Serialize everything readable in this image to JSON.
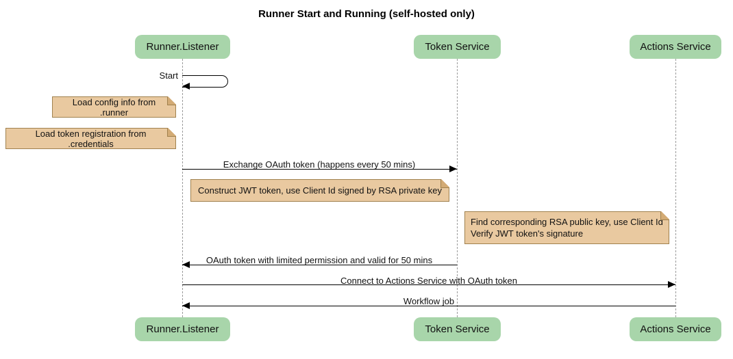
{
  "title": "Runner Start and Running (self-hosted only)",
  "colors": {
    "participant_fill": "#a8d5aa",
    "note_fill": "#e9c9a0",
    "note_border": "#a0814e",
    "lifeline": "#9a9a9a",
    "arrow": "#000000"
  },
  "participants": [
    {
      "label": "Runner.Listener"
    },
    {
      "label": "Token Service"
    },
    {
      "label": "Actions Service"
    }
  ],
  "messages": [
    {
      "label": "Start",
      "from": "Runner.Listener",
      "to": "Runner.Listener",
      "kind": "self"
    },
    {
      "label": "Exchange OAuth token (happens every 50 mins)",
      "from": "Runner.Listener",
      "to": "Token Service",
      "kind": "solid-arrow"
    },
    {
      "label": "OAuth token with limited permission and valid for 50 mins",
      "from": "Token Service",
      "to": "Runner.Listener",
      "kind": "solid-arrow"
    },
    {
      "label": "Connect to Actions Service with OAuth token",
      "from": "Runner.Listener",
      "to": "Actions Service",
      "kind": "solid-arrow"
    },
    {
      "label": "Workflow job",
      "from": "Actions Service",
      "to": "Runner.Listener",
      "kind": "solid-arrow"
    }
  ],
  "notes": [
    {
      "text": "Load config info from .runner",
      "position": "left of Runner.Listener"
    },
    {
      "text": "Load token registration from .credentials",
      "position": "left of Runner.Listener"
    },
    {
      "text": "Construct JWT token, use Client Id signed by RSA private key",
      "position": "between Runner.Listener and Token Service"
    },
    {
      "lines": [
        "Find corresponding RSA public key, use Client Id",
        "Verify JWT token's signature"
      ],
      "position": "between Token Service and Actions Service"
    }
  ]
}
